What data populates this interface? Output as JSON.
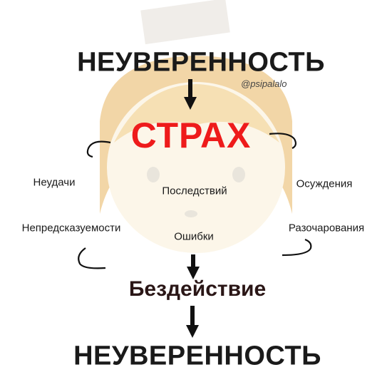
{
  "diagram": {
    "handle": "@psipalalo",
    "top_title": "НЕУВЕРЕННОСТЬ",
    "center_title": "СТРАХ",
    "fears": {
      "failures": "Неудачи",
      "consequences": "Последствий",
      "judgments": "Осуждения",
      "unpredictability": "Непредсказуемости",
      "mistakes": "Ошибки",
      "disappointments": "Разочарования"
    },
    "inaction": "Бездействие",
    "bottom_title": "НЕУВЕРЕННОСТЬ"
  },
  "colors": {
    "accent_red": "#ee1b1b",
    "text_dark": "#1a1a1a",
    "face_fill": "#fbf0d8"
  }
}
